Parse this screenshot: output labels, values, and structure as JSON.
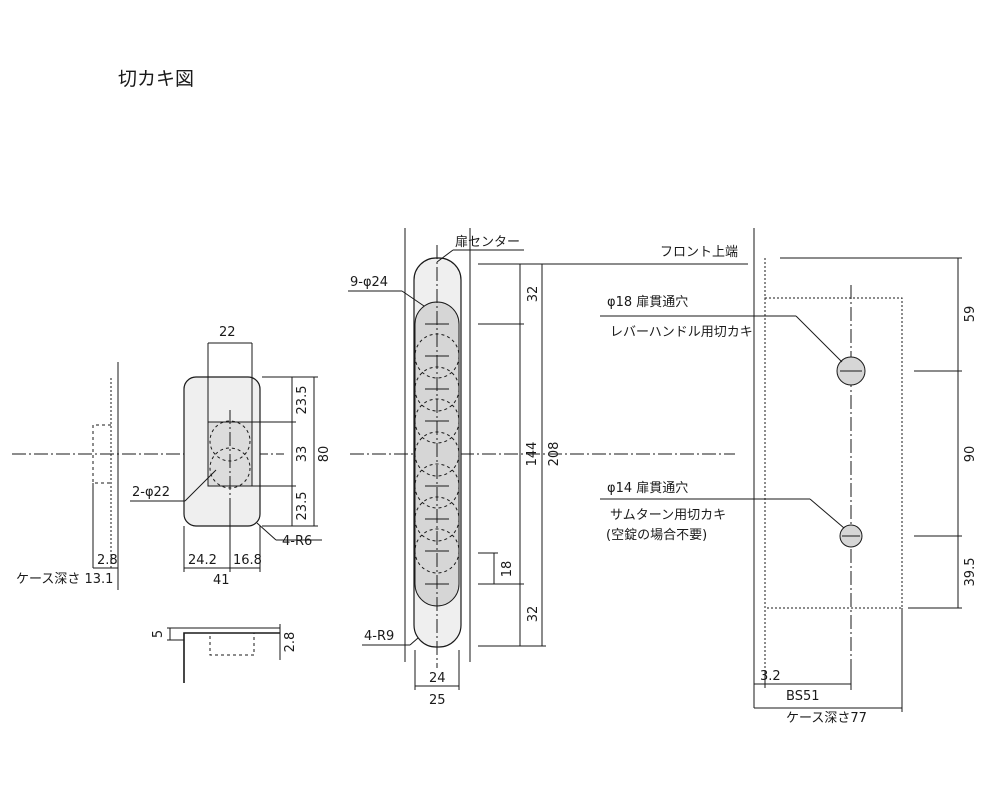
{
  "title": "切カキ図",
  "left_view": {
    "width_top": "22",
    "dim_upper": "23.5",
    "dim_mid": "33",
    "dim_lower": "23.5",
    "dim_total": "80",
    "holes": "2-φ22",
    "corner": "4-R6",
    "dim_left": "24.2",
    "dim_right": "16.8",
    "width_total": "41",
    "offset": "2.8",
    "case_depth": "ケース深さ 13.1",
    "side_height": "5",
    "side_offset": "2.8"
  },
  "middle_view": {
    "door_center": "扉センター",
    "holes": "9-φ24",
    "dim_top": "32",
    "dim_mid": "144",
    "dim_total": "208",
    "dim_small": "18",
    "dim_bottom": "32",
    "corner": "4-R9",
    "width_inner": "24",
    "width_outer": "25"
  },
  "right_view": {
    "front_top": "フロント上端",
    "hole1_label": "φ18 扉貫通穴",
    "hole1_sub": "レバーハンドル用切カキ",
    "hole2_label": "φ14 扉貫通穴",
    "hole2_sub1": "サムターン用切カキ",
    "hole2_sub2": "(空錠の場合不要)",
    "dim_top": "59",
    "dim_mid": "90",
    "dim_bottom": "39.5",
    "offset": "3.2",
    "backset": "BS51",
    "case_depth": "ケース深さ77"
  }
}
